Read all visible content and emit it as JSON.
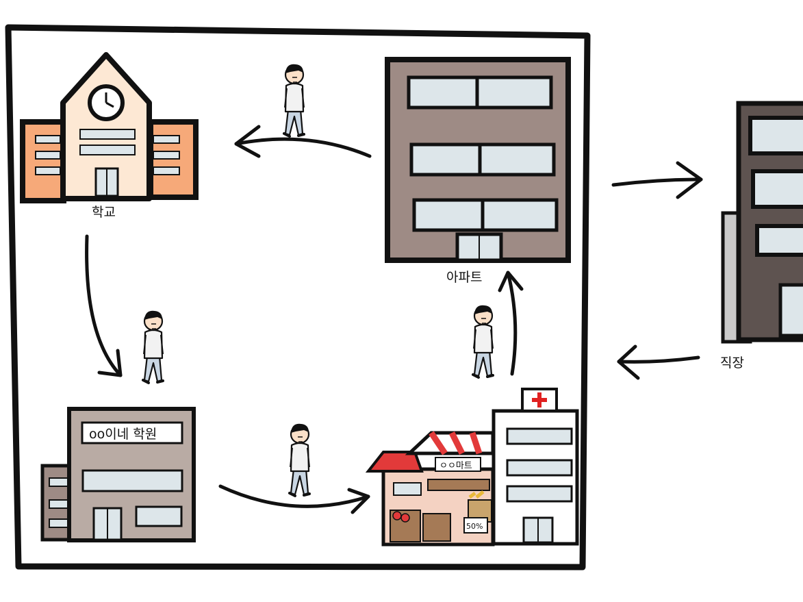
{
  "labels": {
    "school": "학교",
    "apartment": "아파트",
    "workplace": "직장"
  },
  "signs": {
    "academy": "oo이네 학원",
    "mart": "ㅇㅇ마트",
    "discount": "50%"
  },
  "colors": {
    "outline": "#111111",
    "apartment_wall": "#9e8b85",
    "workplace_wall": "#5e5350",
    "academy_wall": "#b9aba4",
    "school_wing": "#f6a979",
    "school_center": "#fde8d4",
    "window": "#dde6ea",
    "awning_red": "#e23a3a",
    "cross_red": "#e02020",
    "person_shirt": "#f2f2f2",
    "person_pants": "#c9d6e3"
  }
}
